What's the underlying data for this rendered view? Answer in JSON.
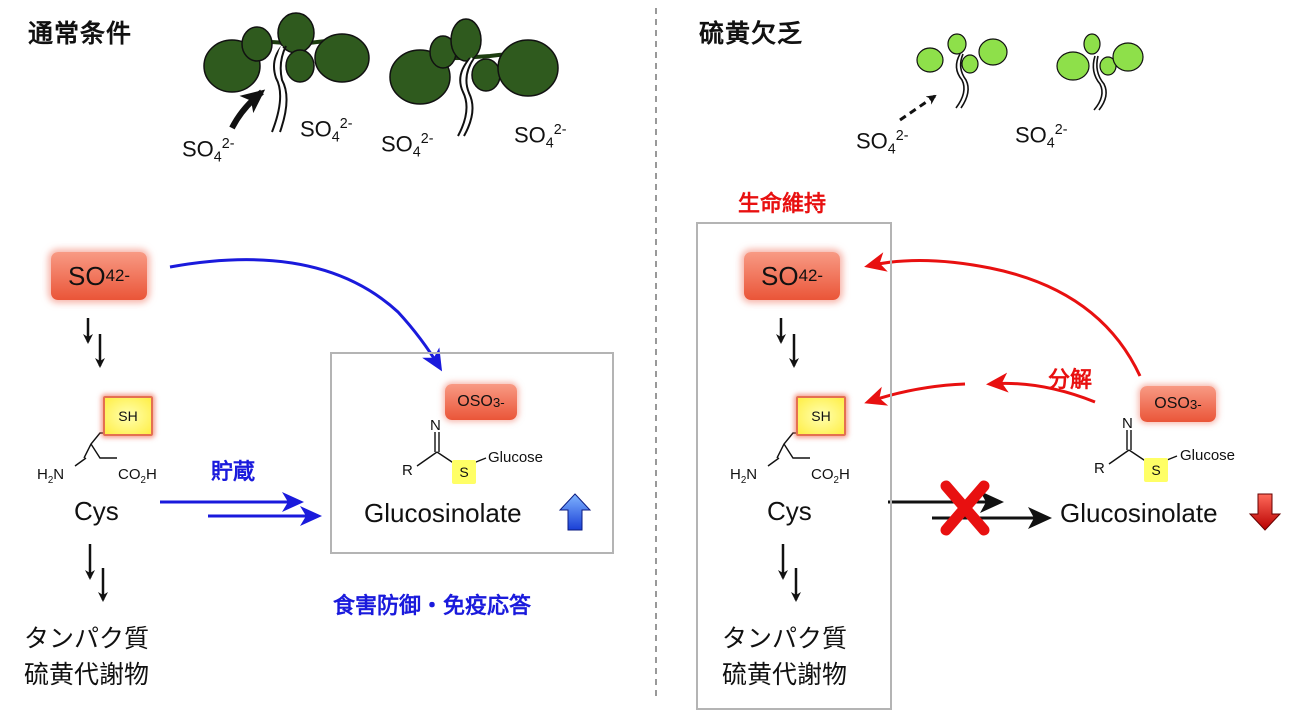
{
  "left": {
    "heading": "通常条件",
    "soil_ions": [
      {
        "base": "SO",
        "sub": "4",
        "sup": "2-"
      },
      {
        "base": "SO",
        "sub": "4",
        "sup": "2-"
      },
      {
        "base": "SO",
        "sub": "4",
        "sup": "2-"
      },
      {
        "base": "SO",
        "sub": "4",
        "sup": "2-"
      }
    ],
    "sulfate": {
      "base": "SO",
      "sub": "4",
      "sup": "2-"
    },
    "cys": {
      "sh": "SH",
      "h2n": "H",
      "h2n_sub": "2",
      "h2n_n": "N",
      "co2h_a": "CO",
      "co2h_sub": "2",
      "co2h_b": "H",
      "name": "Cys"
    },
    "storage_label": "貯蔵",
    "glucosinolate": {
      "oso3": "OSO",
      "oso3_sub": "3",
      "oso3_sup": "-",
      "n": "N",
      "r": "R",
      "s": "S",
      "glucose": "Glucose",
      "name": "Glucosinolate"
    },
    "defense_label": "食害防御・免疫応答",
    "downstream": [
      "タンパク質",
      "硫黄代謝物"
    ]
  },
  "right": {
    "heading": "硫黄欠乏",
    "soil_ions": [
      {
        "base": "SO",
        "sub": "4",
        "sup": "2-"
      },
      {
        "base": "SO",
        "sub": "4",
        "sup": "2-"
      }
    ],
    "survival_label": "生命維持",
    "sulfate": {
      "base": "SO",
      "sub": "4",
      "sup": "2-"
    },
    "cys": {
      "sh": "SH",
      "h2n": "H",
      "h2n_sub": "2",
      "h2n_n": "N",
      "co2h_a": "CO",
      "co2h_sub": "2",
      "co2h_b": "H",
      "name": "Cys"
    },
    "degradation_label": "分解",
    "glucosinolate": {
      "oso3": "OSO",
      "oso3_sub": "3",
      "oso3_sup": "-",
      "n": "N",
      "r": "R",
      "s": "S",
      "glucose": "Glucose",
      "name": "Glucosinolate"
    },
    "downstream": [
      "タンパク質",
      "硫黄代謝物"
    ]
  },
  "colors": {
    "soil": "#fbcdb5",
    "plant_dark": "#2f5a1e",
    "plant_light": "#8ee04a",
    "blue_arrow": "#1a1adc",
    "red_arrow": "#e81010",
    "ion_box": "#ec6e54",
    "sh_box": "#ffee44"
  },
  "indicators": {
    "left_trend": "up-arrow-icon",
    "right_trend": "down-arrow-icon",
    "blocked": "red-x-icon"
  }
}
